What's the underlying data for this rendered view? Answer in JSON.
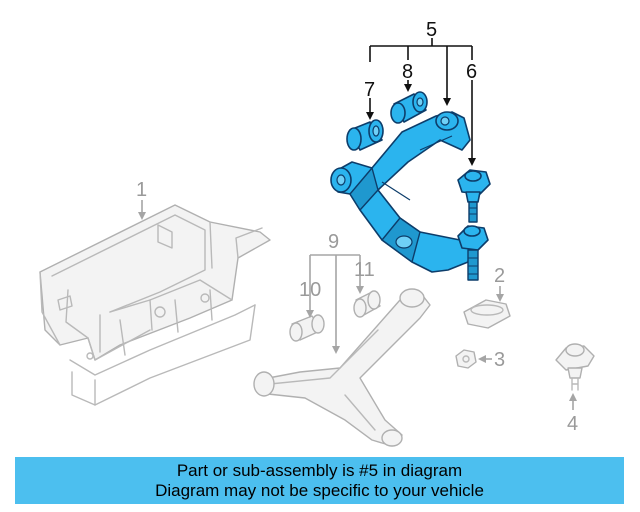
{
  "callouts": {
    "c1": "1",
    "c2": "2",
    "c3": "3",
    "c4": "4",
    "c5": "5",
    "c6": "6",
    "c7": "7",
    "c8": "8",
    "c9": "9",
    "c10": "10",
    "c11": "11"
  },
  "banner": {
    "line1": "Part or sub-assembly is #5 in diagram",
    "line2": "Diagram may not be specific to your vehicle"
  },
  "colors": {
    "highlight": "#2bb4ee",
    "banner": "#4cbfef",
    "ghost": "#b9b9b9"
  }
}
